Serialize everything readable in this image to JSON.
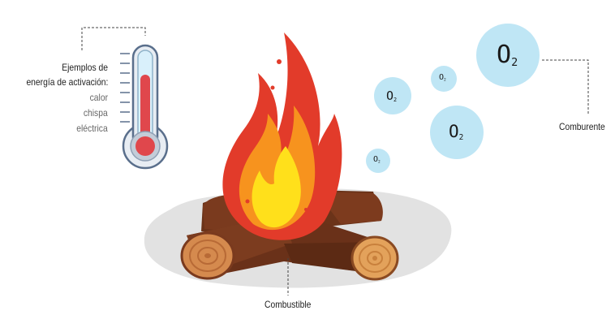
{
  "activation": {
    "heading_line1": "Ejemplos de",
    "heading_line2": "energía de activación:",
    "examples": [
      "calor",
      "chispa",
      "eléctrica"
    ]
  },
  "comburente_label": "Comburente",
  "combustible_label": "Combustible",
  "oxygen": {
    "symbol": "O",
    "subscript": "2"
  },
  "colors": {
    "ground": "#e2e2e2",
    "wood_dark": "#7a3a1e",
    "wood_end": "#d9955a",
    "flame_outer": "#e23b2a",
    "flame_mid": "#f7931e",
    "flame_inner": "#ffe01b",
    "bubble": "#bfe6f5",
    "mercury": "#e0474c"
  }
}
